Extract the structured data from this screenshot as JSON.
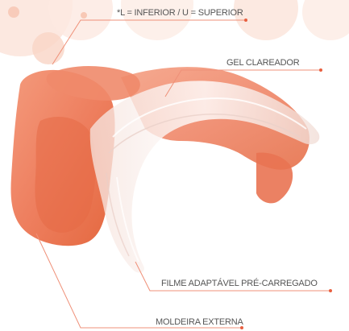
{
  "labels": {
    "legend_note": "*L = INFERIOR / U = SUPERIOR",
    "gel": "GEL CLAREADOR",
    "film": "FILME ADAPTÁVEL PRÉ-CARREGADO",
    "tray": "MOLDEIRA EXTERNA"
  },
  "colors": {
    "tray": "#ee8060",
    "tray_dark": "#d8603f",
    "film": "#f3e6e1",
    "leader_line": "#ef9078",
    "leader_dot": "#e85f3f",
    "text": "#555555",
    "bubble": "#fbe0d6"
  }
}
